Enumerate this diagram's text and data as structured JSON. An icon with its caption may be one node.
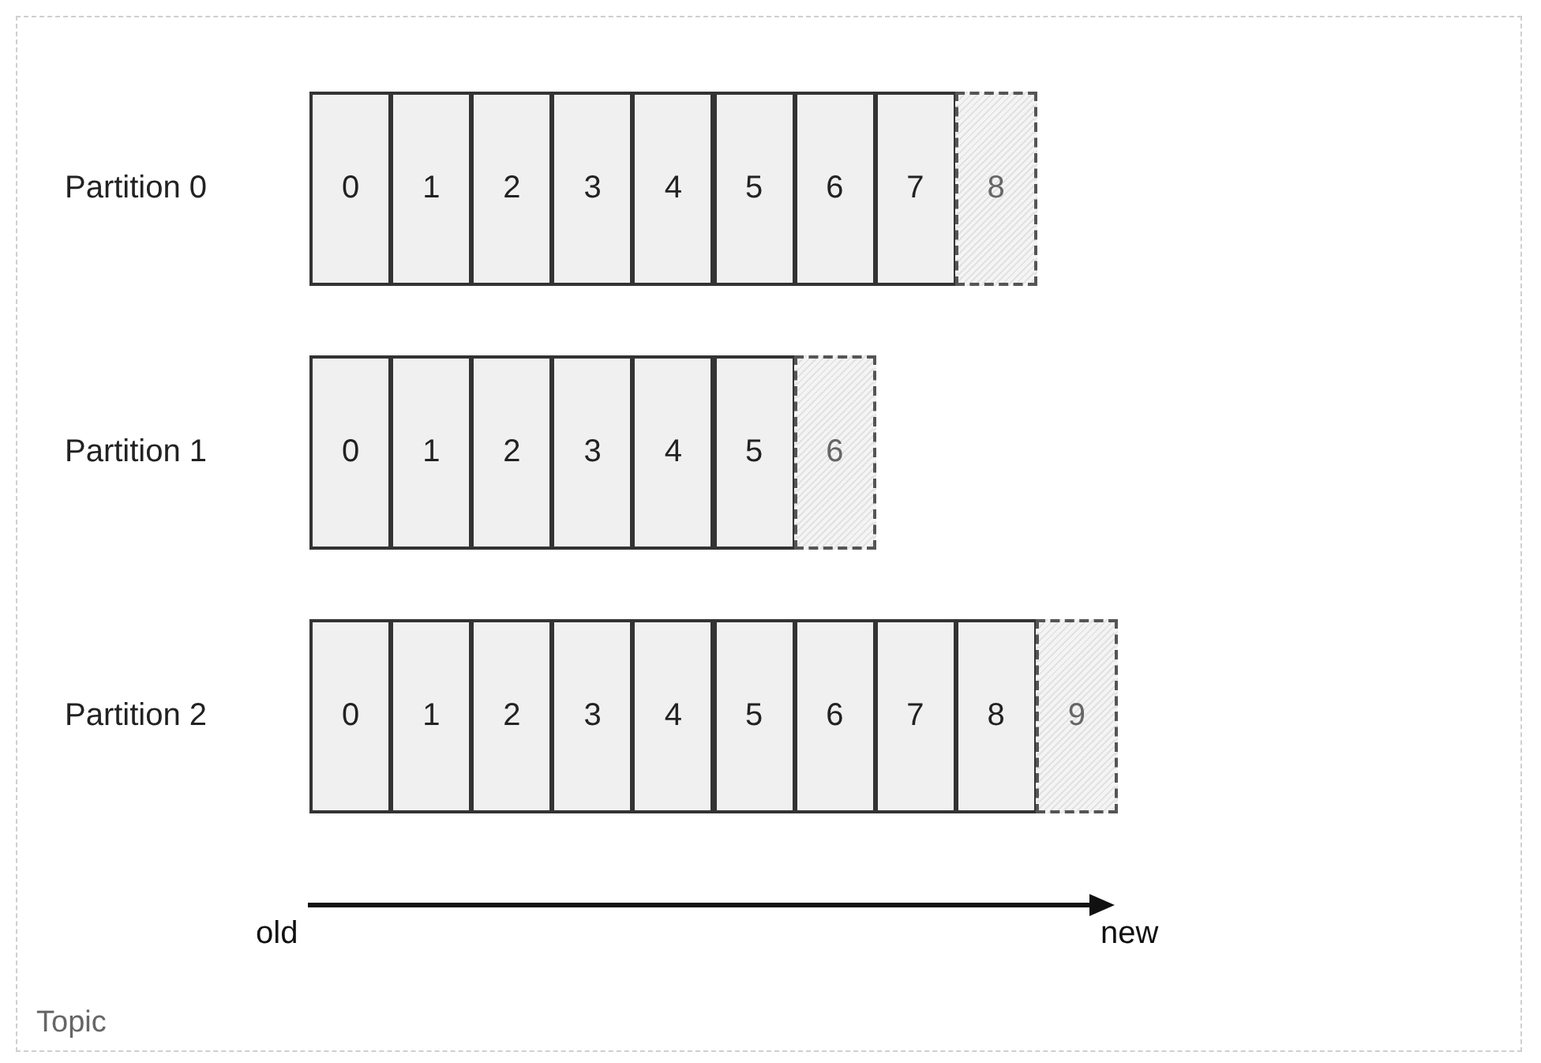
{
  "diagram": {
    "nodes": [
      {
        "text": [
          "Topic"
        ]
      },
      {
        "text": [
          "Partition 0"
        ],
        "in": 0
      },
      {
        "text": [
          "0"
        ],
        "in": 1
      },
      {
        "text": [
          "1"
        ],
        "in": 1
      },
      {
        "text": [
          "2"
        ],
        "in": 1
      },
      {
        "text": [
          "3"
        ],
        "in": 1
      },
      {
        "text": [
          "4"
        ],
        "in": 1
      },
      {
        "text": [
          "5"
        ],
        "in": 1
      },
      {
        "text": [
          "6"
        ],
        "in": 1
      },
      {
        "text": [
          "7"
        ],
        "in": 1
      },
      {
        "text": [
          "8"
        ],
        "in": 1
      },
      {
        "text": [
          "Partition 1"
        ],
        "in": 0
      },
      {
        "text": [
          "0"
        ],
        "in": 11
      },
      {
        "text": [
          "1"
        ],
        "in": 11
      },
      {
        "text": [
          "2"
        ],
        "in": 11
      },
      {
        "text": [
          "3"
        ],
        "in": 11
      },
      {
        "text": [
          "4"
        ],
        "in": 11
      },
      {
        "text": [
          "5"
        ],
        "in": 11
      },
      {
        "text": [
          "6"
        ],
        "in": 11
      },
      {
        "text": [
          "Partition 2"
        ],
        "in": 0
      },
      {
        "text": [
          "0"
        ],
        "in": 19
      },
      {
        "text": [
          "1"
        ],
        "in": 19
      },
      {
        "text": [
          "2"
        ],
        "in": 19
      },
      {
        "text": [
          "3"
        ],
        "in": 19
      },
      {
        "text": [
          "4"
        ],
        "in": 19
      },
      {
        "text": [
          "5"
        ],
        "in": 19
      },
      {
        "text": [
          "6"
        ],
        "in": 19
      },
      {
        "text": [
          "7"
        ],
        "in": 19
      },
      {
        "text": [
          "8"
        ],
        "in": 19
      },
      {
        "text": [
          "9"
        ],
        "in": 19
      }
    ],
    "labels": [
      "old",
      "new"
    ]
  }
}
